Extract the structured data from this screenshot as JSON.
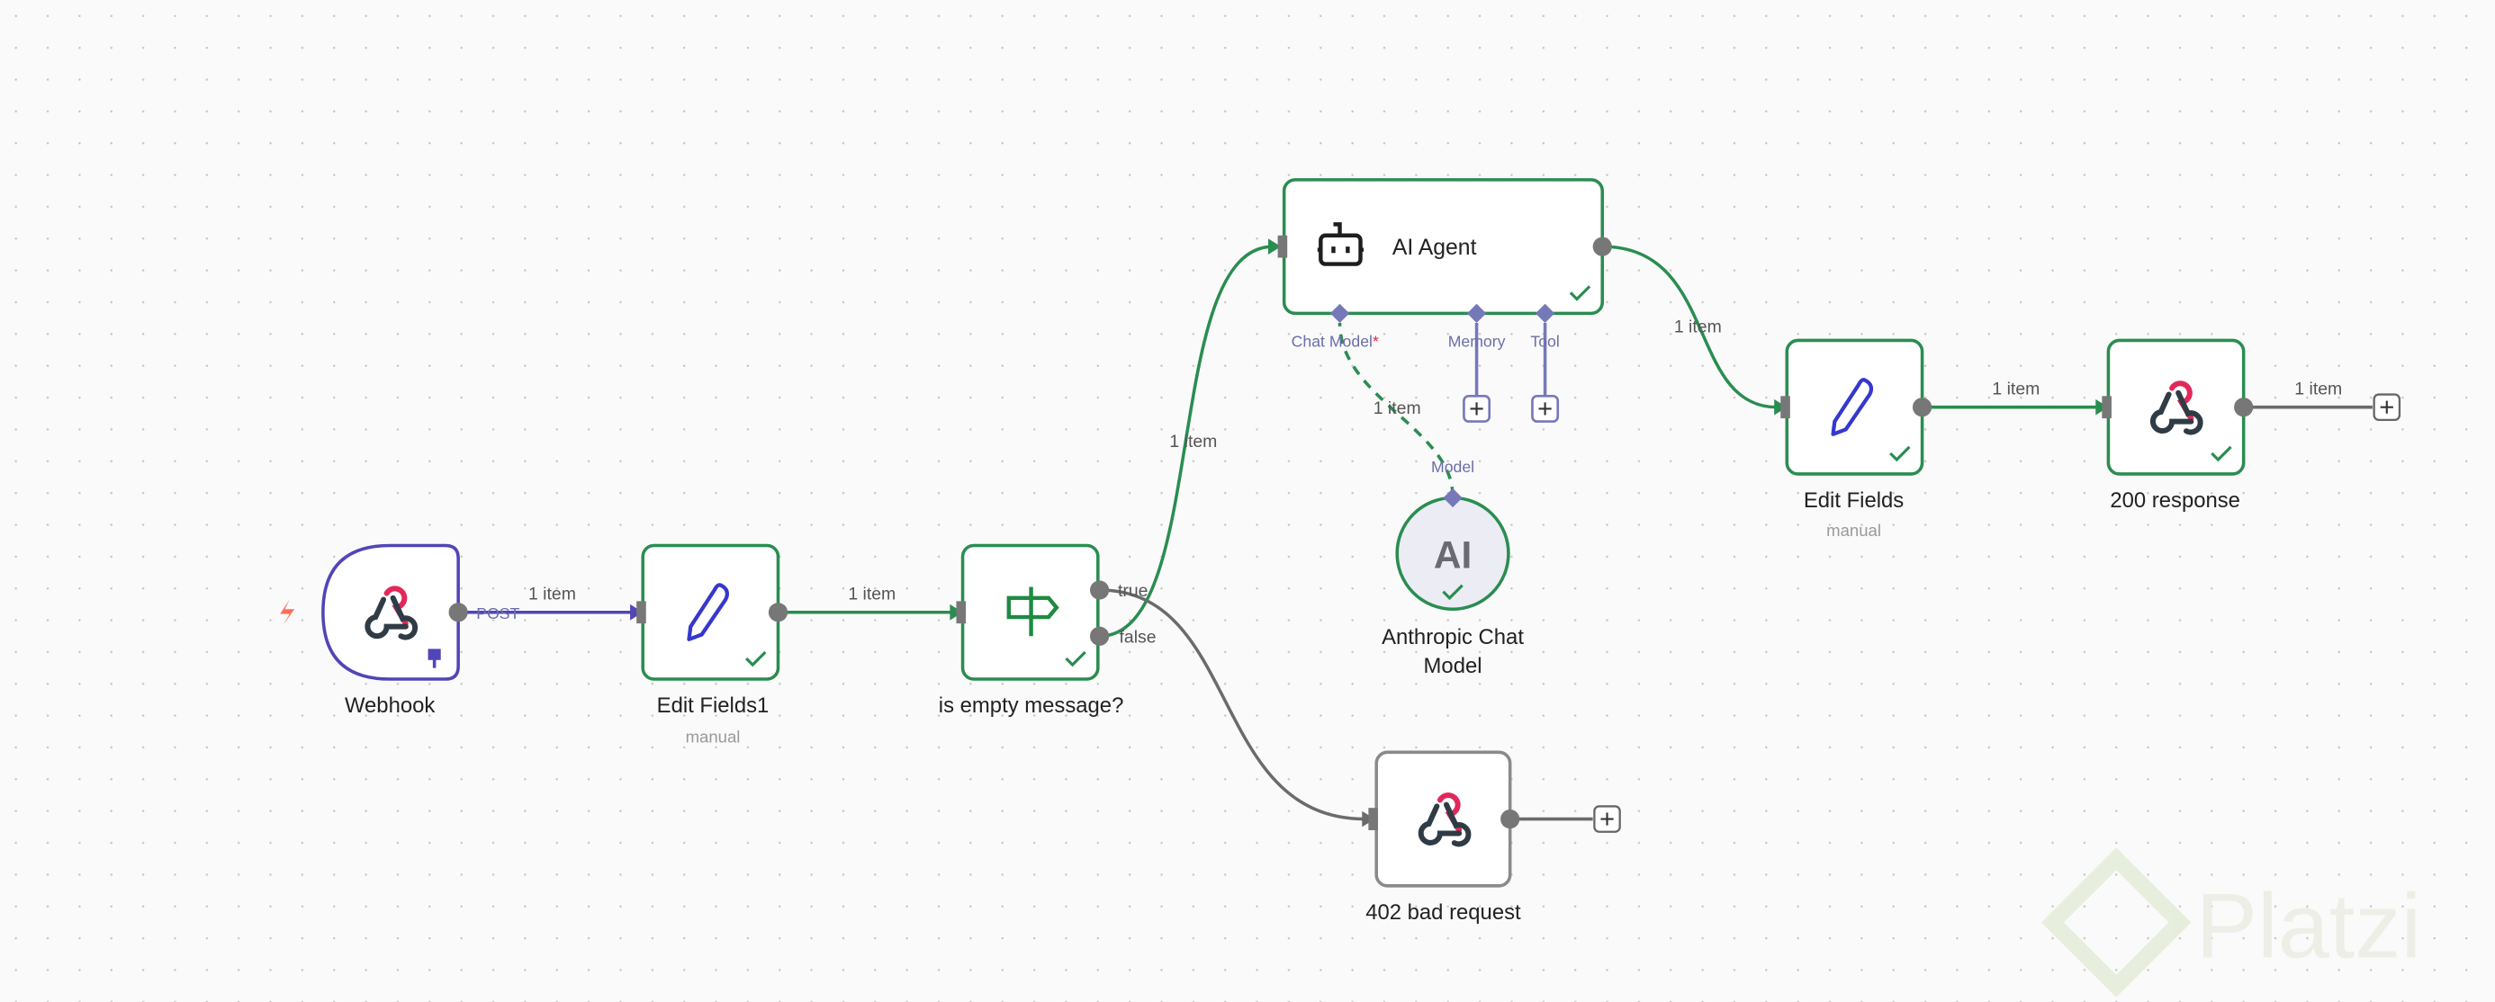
{
  "colors": {
    "success": "#2a8d50",
    "trigger": "#5145b8",
    "port": "#7679b8",
    "edge_default": "#6b6b6b",
    "webhook_red": "#e0295a",
    "watermark": "#e6ecd9"
  },
  "nodes": {
    "webhook": {
      "title": "Webhook",
      "icon": "webhook-icon",
      "output_label": "POST",
      "pinned": true
    },
    "edit_fields1": {
      "title": "Edit Fields1",
      "subtitle": "manual",
      "icon": "pencil-icon"
    },
    "is_empty": {
      "title": "is empty message?",
      "icon": "signpost-icon",
      "output_true": "true",
      "output_false": "false"
    },
    "ai_agent": {
      "title": "AI Agent",
      "icon": "robot-icon",
      "ports": {
        "chat_model": "Chat Model",
        "required_mark": "*",
        "memory": "Memory",
        "tool": "Tool"
      }
    },
    "anthropic": {
      "title_line1": "Anthropic Chat",
      "title_line2": "Model",
      "icon_text": "AI",
      "port": "Model"
    },
    "edit_fields": {
      "title": "Edit Fields",
      "subtitle": "manual",
      "icon": "pencil-icon"
    },
    "response_200": {
      "title": "200 response",
      "icon": "webhook-icon"
    },
    "response_402": {
      "title": "402 bad request",
      "icon": "webhook-icon"
    }
  },
  "edges": {
    "webhook_to_edit1": "1 item",
    "edit1_to_if": "1 item",
    "if_to_agent": "1 item",
    "model_to_agent": "1 item",
    "agent_to_edit": "1 item",
    "edit_to_200": "1 item",
    "out_200": "1 item"
  },
  "watermark": {
    "text": "Platzi"
  }
}
